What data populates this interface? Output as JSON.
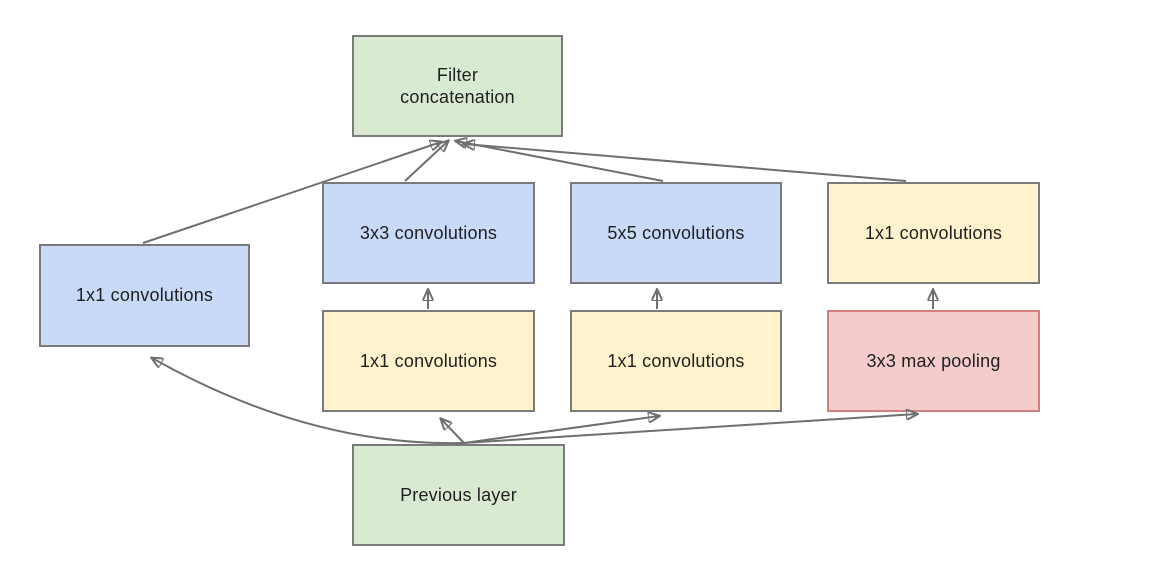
{
  "diagram": {
    "nodes": [
      {
        "id": "filter-concatenation",
        "label": "Filter concatenation",
        "fill": "#d9ead3",
        "border": "#7a7a7a"
      },
      {
        "id": "conv-1x1-branch-1",
        "label": "1x1 convolutions",
        "fill": "#c9daf8",
        "border": "#7a7a7a"
      },
      {
        "id": "conv-3x3",
        "label": "3x3 convolutions",
        "fill": "#c9daf8",
        "border": "#7a7a7a"
      },
      {
        "id": "conv-5x5",
        "label": "5x5 convolutions",
        "fill": "#c9daf8",
        "border": "#7a7a7a"
      },
      {
        "id": "conv-1x1-branch-4",
        "label": "1x1 convolutions",
        "fill": "#fff2cc",
        "border": "#7a7a7a"
      },
      {
        "id": "conv-1x1-reduce-a",
        "label": "1x1 convolutions",
        "fill": "#fff2cc",
        "border": "#7a7a7a"
      },
      {
        "id": "conv-1x1-reduce-b",
        "label": "1x1 convolutions",
        "fill": "#fff2cc",
        "border": "#7a7a7a"
      },
      {
        "id": "max-pooling-3x3",
        "label": "3x3 max pooling",
        "fill": "#f4cccc",
        "border": "#d47f7f"
      },
      {
        "id": "previous-layer",
        "label": "Previous layer",
        "fill": "#d9ead3",
        "border": "#7a7a7a"
      }
    ],
    "edges": [
      {
        "from": "conv-1x1-branch-1",
        "to": "filter-concatenation"
      },
      {
        "from": "conv-3x3",
        "to": "filter-concatenation"
      },
      {
        "from": "conv-5x5",
        "to": "filter-concatenation"
      },
      {
        "from": "conv-1x1-branch-4",
        "to": "filter-concatenation"
      },
      {
        "from": "conv-1x1-reduce-a",
        "to": "conv-3x3"
      },
      {
        "from": "conv-1x1-reduce-b",
        "to": "conv-5x5"
      },
      {
        "from": "max-pooling-3x3",
        "to": "conv-1x1-branch-4"
      },
      {
        "from": "previous-layer",
        "to": "conv-1x1-branch-1"
      },
      {
        "from": "previous-layer",
        "to": "conv-1x1-reduce-a"
      },
      {
        "from": "previous-layer",
        "to": "conv-1x1-reduce-b"
      },
      {
        "from": "previous-layer",
        "to": "max-pooling-3x3"
      }
    ],
    "colors": {
      "background": "#ffffff",
      "green_fill": "#d9ead3",
      "blue_fill": "#c9daf8",
      "yellow_fill": "#fff2cc",
      "red_fill": "#f4cccc",
      "gray_border": "#7a7a7a",
      "red_border": "#d47f7f",
      "arrow": "#6f6f6f",
      "text": "#1f1f1f"
    }
  }
}
